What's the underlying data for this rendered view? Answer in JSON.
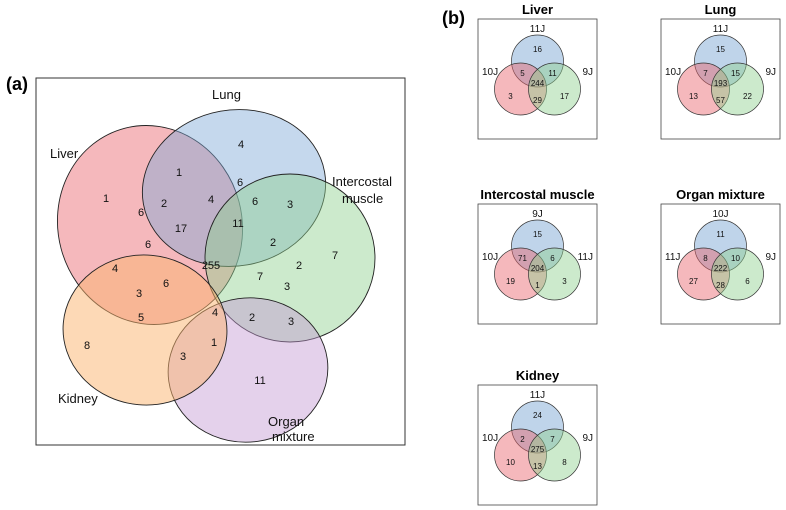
{
  "panel_a": {
    "label": "(a)",
    "sets": [
      {
        "name": "Liver",
        "color": "#e8616b"
      },
      {
        "name": "Lung",
        "color": "#7fa9d6"
      },
      {
        "name": "Intercostal muscle",
        "color": "#8fd08f"
      },
      {
        "name": "Organ mixture",
        "color": "#c39ad3"
      },
      {
        "name": "Kidney",
        "color": "#fbb36d"
      }
    ],
    "set_labels": {
      "liver": "Liver",
      "lung": "Lung",
      "intercostal_1": "Intercostal",
      "intercostal_2": "muscle",
      "organ_1": "Organ",
      "organ_2": "mixture",
      "kidney": "Kidney"
    },
    "counts": {
      "liver_only": "1",
      "lung_only": "4",
      "intercostal_only": "7",
      "organ_only": "11",
      "kidney_only": "8",
      "liver_lung": "1",
      "liver_lung_b": "2",
      "liver_inter_a": "6",
      "liver_mid": "4",
      "lung_inter_top": "6",
      "lung_inter_b": "6",
      "lung_inter_c": "3",
      "c17": "17",
      "c11": "11",
      "c6_left": "6",
      "c4_left": "4",
      "c2_right": "2",
      "c2_far": "2",
      "center": "255",
      "c7": "7",
      "c3_right": "3",
      "c3_org": "3",
      "c3_left": "3",
      "c6_low": "6",
      "c5": "5",
      "c4_low": "4",
      "c2_low": "2",
      "c1_low": "1",
      "c3_kid": "3"
    }
  },
  "panel_b": {
    "label": "(b)",
    "colors": {
      "top": "#7fa9d6",
      "left": "#e8616b",
      "right": "#8fd08f"
    },
    "venns": [
      {
        "title": "Liver",
        "top": "11J",
        "left": "10J",
        "right": "9J",
        "top_only": "16",
        "left_only": "3",
        "right_only": "17",
        "top_left": "5",
        "top_right": "11",
        "left_right": "29",
        "center": "244"
      },
      {
        "title": "Lung",
        "top": "11J",
        "left": "10J",
        "right": "9J",
        "top_only": "15",
        "left_only": "13",
        "right_only": "22",
        "top_left": "7",
        "top_right": "15",
        "left_right": "57",
        "center": "193"
      },
      {
        "title": "Intercostal muscle",
        "top": "9J",
        "left": "10J",
        "right": "11J",
        "top_only": "15",
        "left_only": "19",
        "right_only": "3",
        "top_left": "71",
        "top_right": "6",
        "left_right": "1",
        "center": "204"
      },
      {
        "title": "Organ mixture",
        "top": "10J",
        "left": "11J",
        "right": "9J",
        "top_only": "11",
        "left_only": "27",
        "right_only": "6",
        "top_left": "8",
        "top_right": "10",
        "left_right": "28",
        "center": "222"
      },
      {
        "title": "Kidney",
        "top": "11J",
        "left": "10J",
        "right": "9J",
        "top_only": "24",
        "left_only": "10",
        "right_only": "8",
        "top_left": "2",
        "top_right": "7",
        "left_right": "13",
        "center": "275"
      }
    ]
  }
}
